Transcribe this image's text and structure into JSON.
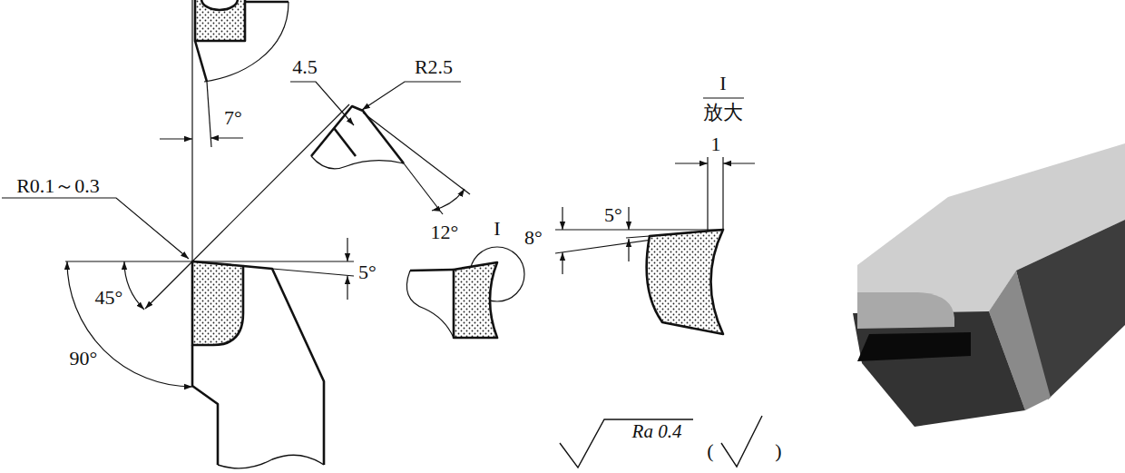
{
  "diagram": {
    "labels": [
      "4.5",
      "R2.5",
      "7°",
      "R0.1～0.3",
      "12°",
      "5°",
      "45°",
      "90°",
      "I",
      "I",
      "放大",
      "1",
      "8°",
      "5°",
      "Ra 0.4",
      "(",
      ")"
    ]
  }
}
